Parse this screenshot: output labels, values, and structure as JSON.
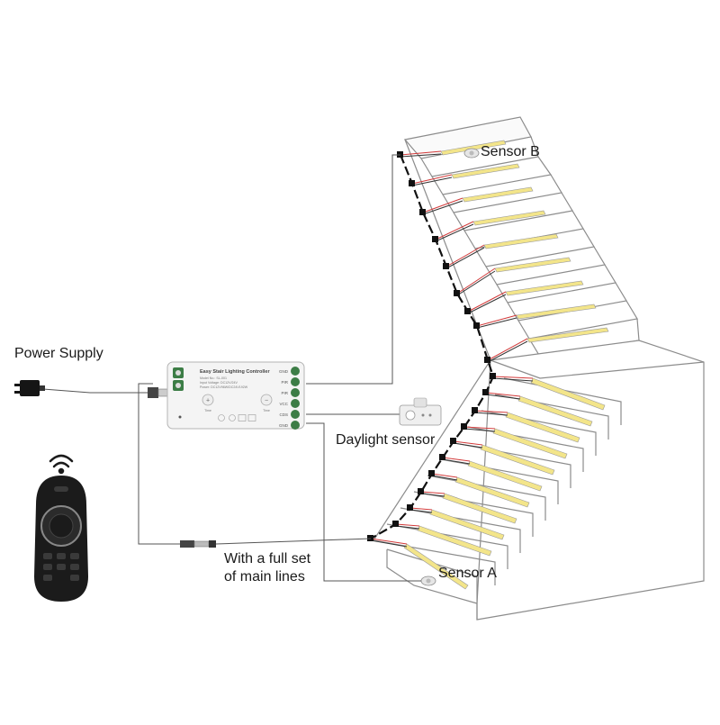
{
  "labels": {
    "power_supply": "Power Supply",
    "sensor_b": "Sensor B",
    "sensor_a": "Sensor A",
    "daylight_sensor": "Daylight sensor",
    "main_lines_1": "With a full set",
    "main_lines_2": "of main lines"
  },
  "controller": {
    "title": "Easy Stair Lighting Controller",
    "model": "Model No.: SL-001",
    "input": "Input Voltage: DC12V/24V",
    "power": "Power: DC12V96W/DC24V192W",
    "terminals": [
      "GND",
      "PIR",
      "PIR",
      "VCC",
      "CDS",
      "GND"
    ],
    "knob_left": "Time",
    "knob_right": "Time"
  },
  "colors": {
    "wire": "#555555",
    "led": "#f3e58a",
    "red_wire": "#d23a3a",
    "stair_stroke": "#8c8c8c",
    "remote": "#1b1b1b"
  }
}
